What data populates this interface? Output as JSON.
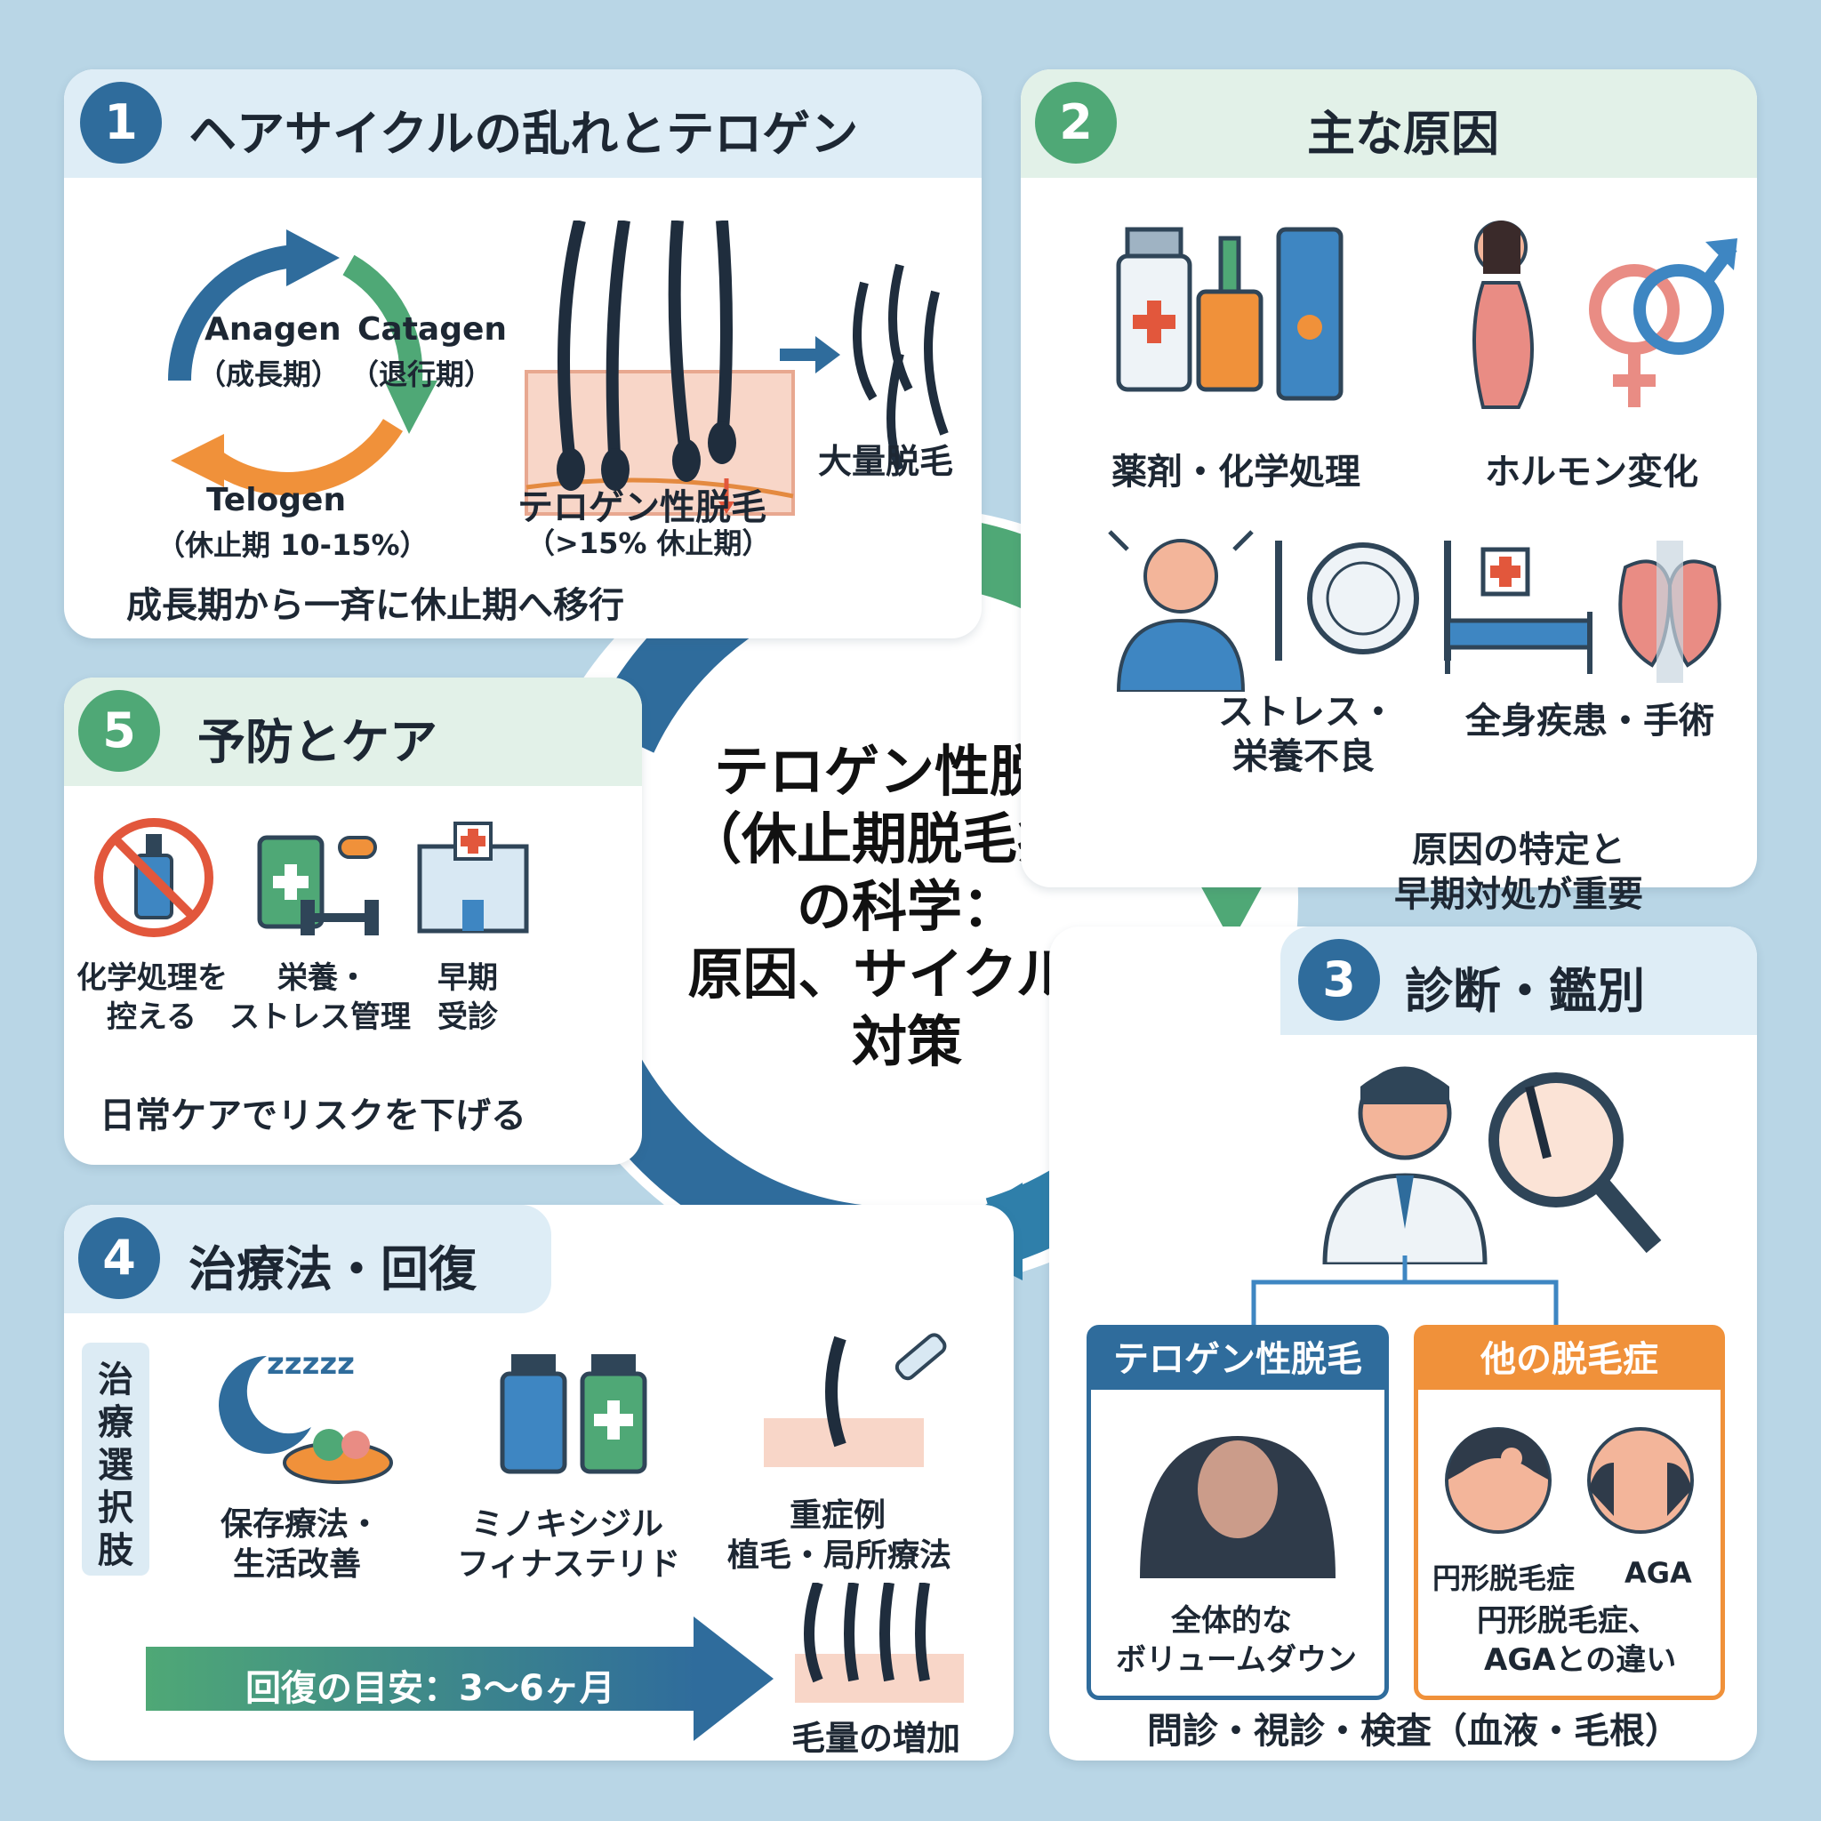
{
  "center": {
    "line1": "テロゲン性脱毛",
    "line2": "（休止期脱毛症）",
    "line3": "の科学：",
    "line4": "原因、サイクル、",
    "line5": "対策"
  },
  "panel1": {
    "number": "1",
    "title": "ヘアサイクルの乱れとテロゲン",
    "anagen": "Anagen",
    "anagen_jp": "（成長期）",
    "catagen": "Catagen",
    "catagen_jp": "（退行期）",
    "telogen": "Telogen",
    "telogen_jp": "（休止期 10-15%）",
    "te_label": "テロゲン性脱毛",
    "te_sub": "（>15% 休止期）",
    "shedding": "大量脱毛",
    "caption": "成長期から一斉に休止期へ移行"
  },
  "panel2": {
    "number": "2",
    "title": "主な原因",
    "causes": [
      "薬剤・化学処理",
      "ホルモン変化",
      "ストレス・",
      "栄養不良",
      "全身疾患・手術"
    ],
    "note1": "原因の特定と",
    "note2": "早期対処が重要"
  },
  "panel3": {
    "number": "3",
    "title": "診断・鑑別",
    "box_te": "テロゲン性脱毛",
    "box_te_desc1": "全体的な",
    "box_te_desc2": "ボリュームダウン",
    "box_other": "他の脱毛症",
    "alopecia_areata": "円形脱毛症",
    "aga": "AGA",
    "other_desc1": "円形脱毛症、",
    "other_desc2": "AGAとの違い",
    "caption": "問診・視診・検査（血液・毛根）"
  },
  "panel4": {
    "number": "4",
    "title": "治療法・回復",
    "vertical": [
      "治",
      "療",
      "選",
      "択",
      "肢"
    ],
    "zzz": "zzzzz",
    "t1a": "保存療法・",
    "t1b": "生活改善",
    "t2a": "ミノキシジル",
    "t2b": "フィナステリド",
    "t3a": "重症例",
    "t3b": "植毛・局所療法",
    "recovery": "回復の目安：3〜6ヶ月",
    "result": "毛量の増加"
  },
  "panel5": {
    "number": "5",
    "title": "予防とケア",
    "p1a": "化学処理を",
    "p1b": "控える",
    "p2a": "栄養・",
    "p2b": "ストレス管理",
    "p3a": "早期",
    "p3b": "受診",
    "caption": "日常ケアでリスクを下げる"
  },
  "colors": {
    "blue": "#2f6c9c",
    "green": "#4fa876",
    "orange": "#f0913a",
    "background": "#b9d6e6"
  }
}
